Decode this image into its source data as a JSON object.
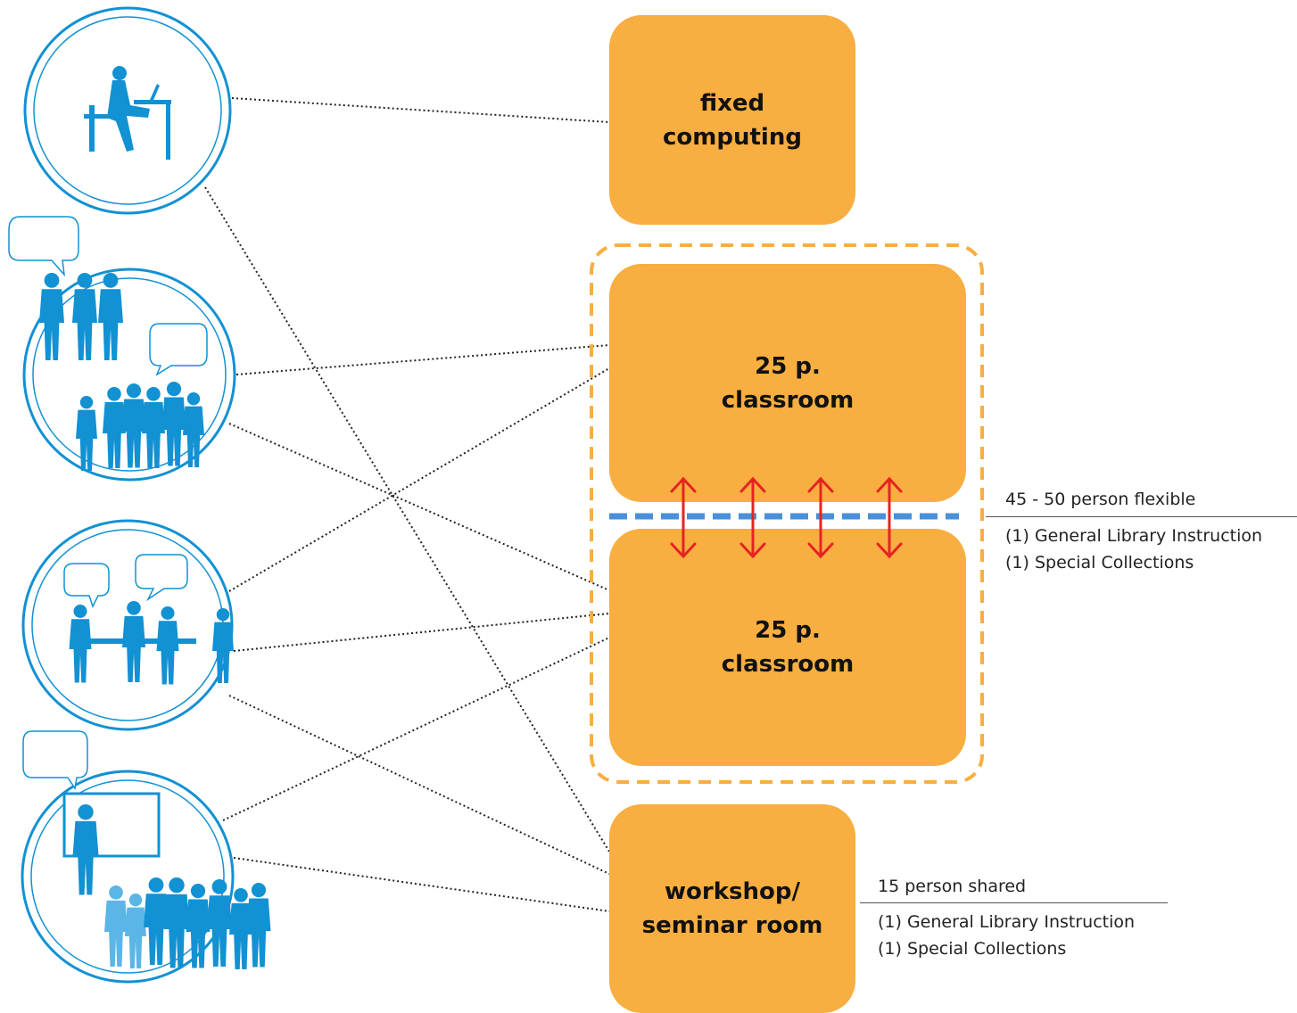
{
  "colors": {
    "room": "#f8ae40",
    "figure": "#1291d3",
    "divider": "#4a90d9",
    "arrow": "#e52421",
    "dots": "#222222"
  },
  "rooms": {
    "fixed_computing": {
      "line1": "fixed",
      "line2": "computing"
    },
    "classroom_a": {
      "line1": "25 p.",
      "line2": "classroom"
    },
    "classroom_b": {
      "line1": "25 p.",
      "line2": "classroom"
    },
    "workshop": {
      "line1": "workshop/",
      "line2": "seminar room"
    }
  },
  "notes": {
    "flexible": {
      "title": "45 - 50 person flexible",
      "items": [
        "(1) General Library Instruction",
        "(1) Special Collections"
      ]
    },
    "shared": {
      "title": "15 person shared",
      "items": [
        "(1) General Library Instruction",
        "(1) Special Collections"
      ]
    }
  },
  "icons": [
    "person-at-desk-icon",
    "standing-group-icon",
    "discussion-table-icon",
    "lecture-audience-icon"
  ]
}
